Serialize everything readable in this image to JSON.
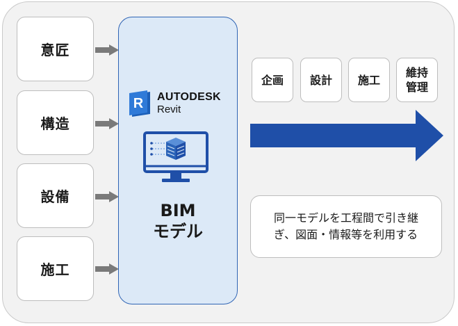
{
  "inputs": [
    {
      "label": "意匠"
    },
    {
      "label": "構造"
    },
    {
      "label": "設備"
    },
    {
      "label": "施工"
    }
  ],
  "bim": {
    "logo_brand": "AUTODESK",
    "logo_product": "Revit",
    "logo_letter": "R",
    "title_line1": "BIM",
    "title_line2": "モデル"
  },
  "phases": [
    {
      "line1": "企画",
      "line2": ""
    },
    {
      "line1": "設計",
      "line2": ""
    },
    {
      "line1": "施工",
      "line2": ""
    },
    {
      "line1": "維持",
      "line2": "管理"
    }
  ],
  "note": {
    "line1": "同一モデルを工程間で引き継",
    "line2": "ぎ、図面・情報等を利用する"
  },
  "colors": {
    "accent_blue": "#1f4fa8",
    "panel_fill": "#dce9f7",
    "connector_gray": "#7a7a7a"
  }
}
